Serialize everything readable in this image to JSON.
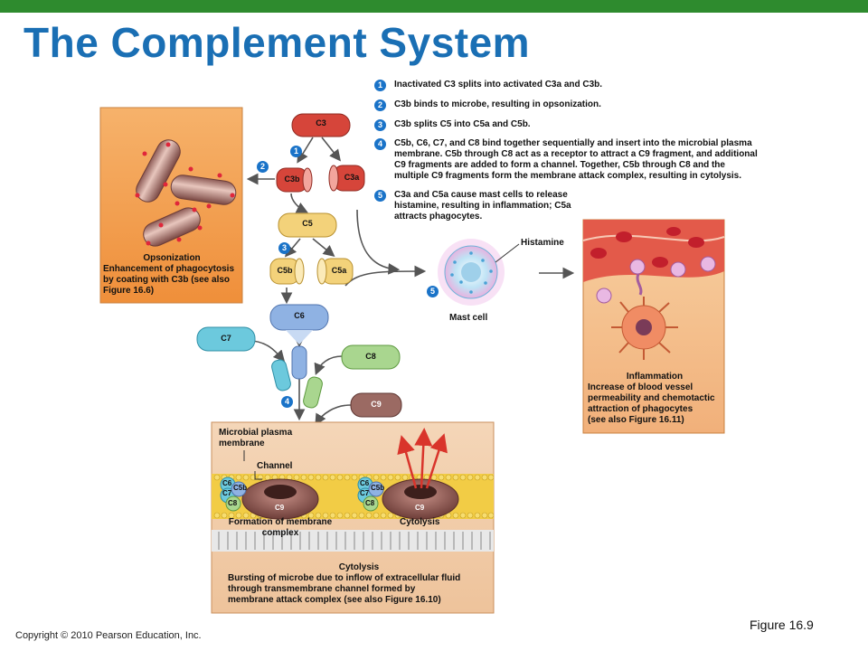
{
  "slide": {
    "title": "The Complement System",
    "copyright": "Copyright © 2010 Pearson Education, Inc.",
    "figure_label": "Figure 16.9"
  },
  "steps": [
    {
      "num": "1",
      "text": "Inactivated C3 splits into activated C3a and C3b."
    },
    {
      "num": "2",
      "text": "C3b binds to microbe, resulting in opsonization."
    },
    {
      "num": "3",
      "text": "C3b splits C5 into C5a and C5b."
    },
    {
      "num": "4",
      "line1": "C5b, C6, C7, and C8 bind together sequentially and insert into the microbial plasma",
      "line2": "membrane. C5b through C8 act as a receptor to attract a C9 fragment, and additional",
      "line3": "C9 fragments are added to form a channel. Together, C5b through C8 and the",
      "line4": "multiple C9 fragments form the membrane attack complex, resulting in cytolysis."
    },
    {
      "num": "5",
      "line1": "C3a and C5a cause mast cells to release",
      "line2": "histamine, resulting in inflammation; C5a",
      "line3": "attracts phagocytes."
    }
  ],
  "components": {
    "c3": "C3",
    "c3b": "C3b",
    "c3a": "C3a",
    "c5": "C5",
    "c5b": "C5b",
    "c5a": "C5a",
    "c6": "C6",
    "c7": "C7",
    "c8": "C8",
    "c9": "C9"
  },
  "opsonization": {
    "heading": "Opsonization",
    "line1": "Enhancement of phagocytosis",
    "line2": "by coating with C3b (see also",
    "line3": "Figure 16.6)"
  },
  "mast_cell": {
    "histamine_label": "Histamine",
    "label": "Mast cell"
  },
  "inflammation": {
    "heading": "Inflammation",
    "line1": "Increase of blood vessel",
    "line2": "permeability and chemotactic",
    "line3": "attraction of phagocytes",
    "line4": "(see also Figure 16.11)"
  },
  "membrane": {
    "label_line1": "Microbial plasma",
    "label_line2": "membrane",
    "channel_label": "Channel",
    "complex_c6": "C6",
    "complex_c7": "C7",
    "complex_c5b": "C5b",
    "complex_c8": "C8",
    "complex_c9": "C9",
    "complex2_c6": "C6",
    "complex2_c7": "C7",
    "complex2_c5b": "C5b",
    "complex2_c8": "C8",
    "complex2_c9": "C9",
    "formation_line1": "Formation of membrane",
    "formation_line2": "complex",
    "cytolysis_label": "Cytolysis",
    "cyto_heading": "Cytolysis",
    "cyto_line1": "Bursting of microbe due to inflow of extracellular fluid",
    "cyto_line2": "through  transmembrane channel formed by",
    "cyto_line3": "membrane attack complex (see also Figure 16.10)"
  },
  "colors": {
    "title": "#1a6fb4",
    "topbar": "#2e8b2e",
    "step_badge": "#1a73c8",
    "c3": "#d6453a",
    "c5": "#f3d27a",
    "c6": "#8fb2e3",
    "c7": "#6cc9dd",
    "c8": "#a9d68f",
    "c9": "#9b6a63"
  }
}
